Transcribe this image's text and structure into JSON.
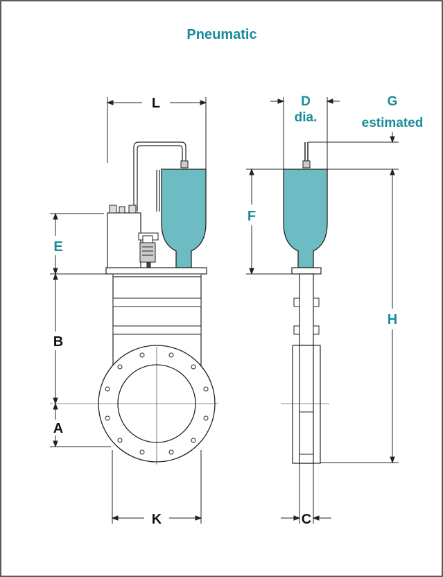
{
  "title": "Pneumatic",
  "colors": {
    "teal_text": "#1a8a9a",
    "cylinder_fill": "#6dbcc3",
    "outline": "#222222"
  },
  "dimensions": {
    "L": "L",
    "D": "D",
    "D_sub": "dia.",
    "G": "G",
    "G_sub": "estimated",
    "E": "E",
    "F": "F",
    "B": "B",
    "H": "H",
    "A": "A",
    "K": "K",
    "C": "C"
  }
}
